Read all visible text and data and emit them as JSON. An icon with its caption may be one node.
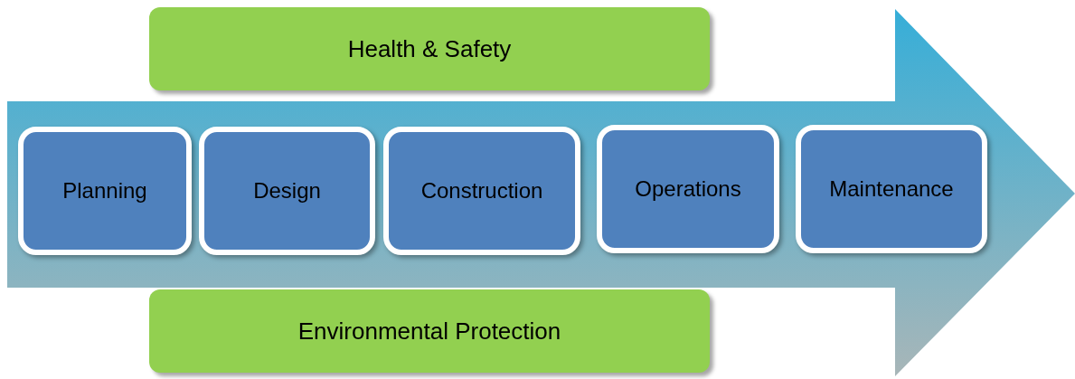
{
  "diagram": {
    "nodes": [
      {
        "text": [
          "Health & Safety"
        ]
      },
      {
        "text": [],
        "shape": "arrow"
      },
      {
        "text": [
          "Planning"
        ],
        "in": 1
      },
      {
        "text": [
          "Design"
        ],
        "in": 1
      },
      {
        "text": [
          "Construction"
        ],
        "in": 1
      },
      {
        "text": [
          "Operations"
        ],
        "in": 1
      },
      {
        "text": [
          "Maintenance"
        ],
        "in": 1
      },
      {
        "text": [
          "Environmental Protection"
        ]
      }
    ]
  }
}
